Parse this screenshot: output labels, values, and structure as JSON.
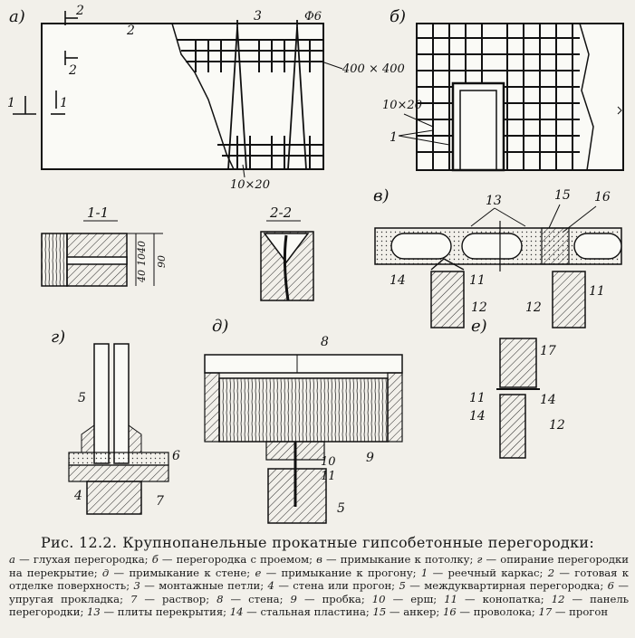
{
  "panel_letters": {
    "a": "а)",
    "b": "б)",
    "v": "в)",
    "g": "г)",
    "d": "д)",
    "e": "е)"
  },
  "section_labels": {
    "s11": "1-1",
    "s22": "2-2"
  },
  "marks": {
    "n1": "1",
    "n2": "2",
    "n3": "3",
    "n4": "4",
    "n5": "5",
    "n6": "6",
    "n7": "7",
    "n8": "8",
    "n9": "9",
    "n10": "10",
    "n11": "11",
    "n12": "12",
    "n13": "13",
    "n14": "14",
    "n15": "15",
    "n16": "16",
    "n17": "17",
    "phi6": "Ф6",
    "size400": "400 × 400",
    "size10x20": "10×20",
    "dim40": "40",
    "dim10": "10",
    "dim90": "90"
  },
  "caption": {
    "lead": "Рис. 12.2.",
    "title": "Крупнопанельные прокатные гипсобетонные перегородки:"
  },
  "legend": [
    {
      "k": "а",
      "t": " — глухая перегородка; "
    },
    {
      "k": "б",
      "t": " — перегородка с проемом; "
    },
    {
      "k": "в",
      "t": " — примыкание к потолку; "
    },
    {
      "k": "г",
      "t": " — опирание перегородки на перекрытие; "
    },
    {
      "k": "д",
      "t": " — примыкание к стене; "
    },
    {
      "k": "е",
      "t": " — примыкание к прогону; "
    },
    {
      "k": "1",
      "t": " — реечный каркас; "
    },
    {
      "k": "2",
      "t": " — готовая к отделке поверхность; "
    },
    {
      "k": "3",
      "t": " — монтажные петли; "
    },
    {
      "k": "4",
      "t": " — стена или прогон; "
    },
    {
      "k": "5",
      "t": " — междуквартирная перегородка; "
    },
    {
      "k": "6",
      "t": " — упругая прокладка; "
    },
    {
      "k": "7",
      "t": " — раствор; "
    },
    {
      "k": "8",
      "t": " — стена; "
    },
    {
      "k": "9",
      "t": " — пробка; "
    },
    {
      "k": "10",
      "t": " — ерш; "
    },
    {
      "k": "11",
      "t": " — конопатка; "
    },
    {
      "k": "12",
      "t": " — панель перегородки; "
    },
    {
      "k": "13",
      "t": " — плиты перекрытия; "
    },
    {
      "k": "14",
      "t": " — стальная пластина; "
    },
    {
      "k": "15",
      "t": " — анкер; "
    },
    {
      "k": "16",
      "t": " — проволока; "
    },
    {
      "k": "17",
      "t": " — прогон"
    }
  ]
}
